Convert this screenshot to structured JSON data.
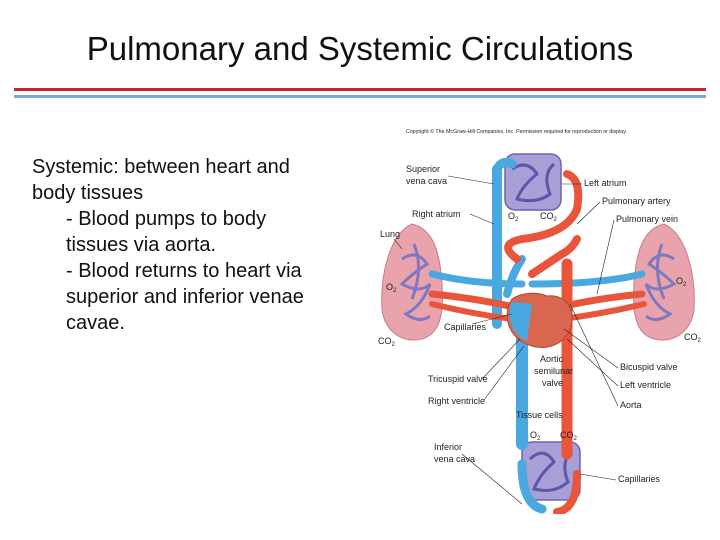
{
  "slide": {
    "title": "Pulmonary and Systemic Circulations",
    "lines": [
      "Systemic: between heart and",
      "body tissues",
      "- Blood pumps to body",
      "tissues via aorta.",
      "- Blood returns to heart via",
      "superior and inferior venae",
      "cavae."
    ]
  },
  "figure": {
    "copyright": "Copyright © The McGraw-Hill Companies, Inc. Permission required for reproduction or display.",
    "labels": {
      "superior_vena_cava_1": "Superior",
      "superior_vena_cava_2": "vena cava",
      "right_atrium": "Right atrium",
      "lung": "Lung",
      "left_atrium": "Left atrium",
      "pulmonary_artery": "Pulmonary artery",
      "pulmonary_vein": "Pulmonary vein",
      "o2": "O",
      "co2": "CO",
      "sub2": "2",
      "capillaries": "Capillaries",
      "aortic_1": "Aortic",
      "aortic_2": "semilunar",
      "aortic_3": "valve",
      "tricuspid": "Tricuspid valve",
      "right_ventricle": "Right ventricle",
      "bicuspid": "Bicuspid valve",
      "left_ventricle": "Left ventricle",
      "aorta": "Aorta",
      "tissue_cells": "Tissue cells",
      "inferior_1": "Inferior",
      "inferior_2": "vena cava",
      "capillaries_bottom": "Capillaries"
    },
    "colors": {
      "oxygenated": "#e8553a",
      "deoxygenated": "#4aa8e0",
      "lung_tissue": "#e9a3ad",
      "capillary_bed": "#8a82c8"
    }
  }
}
